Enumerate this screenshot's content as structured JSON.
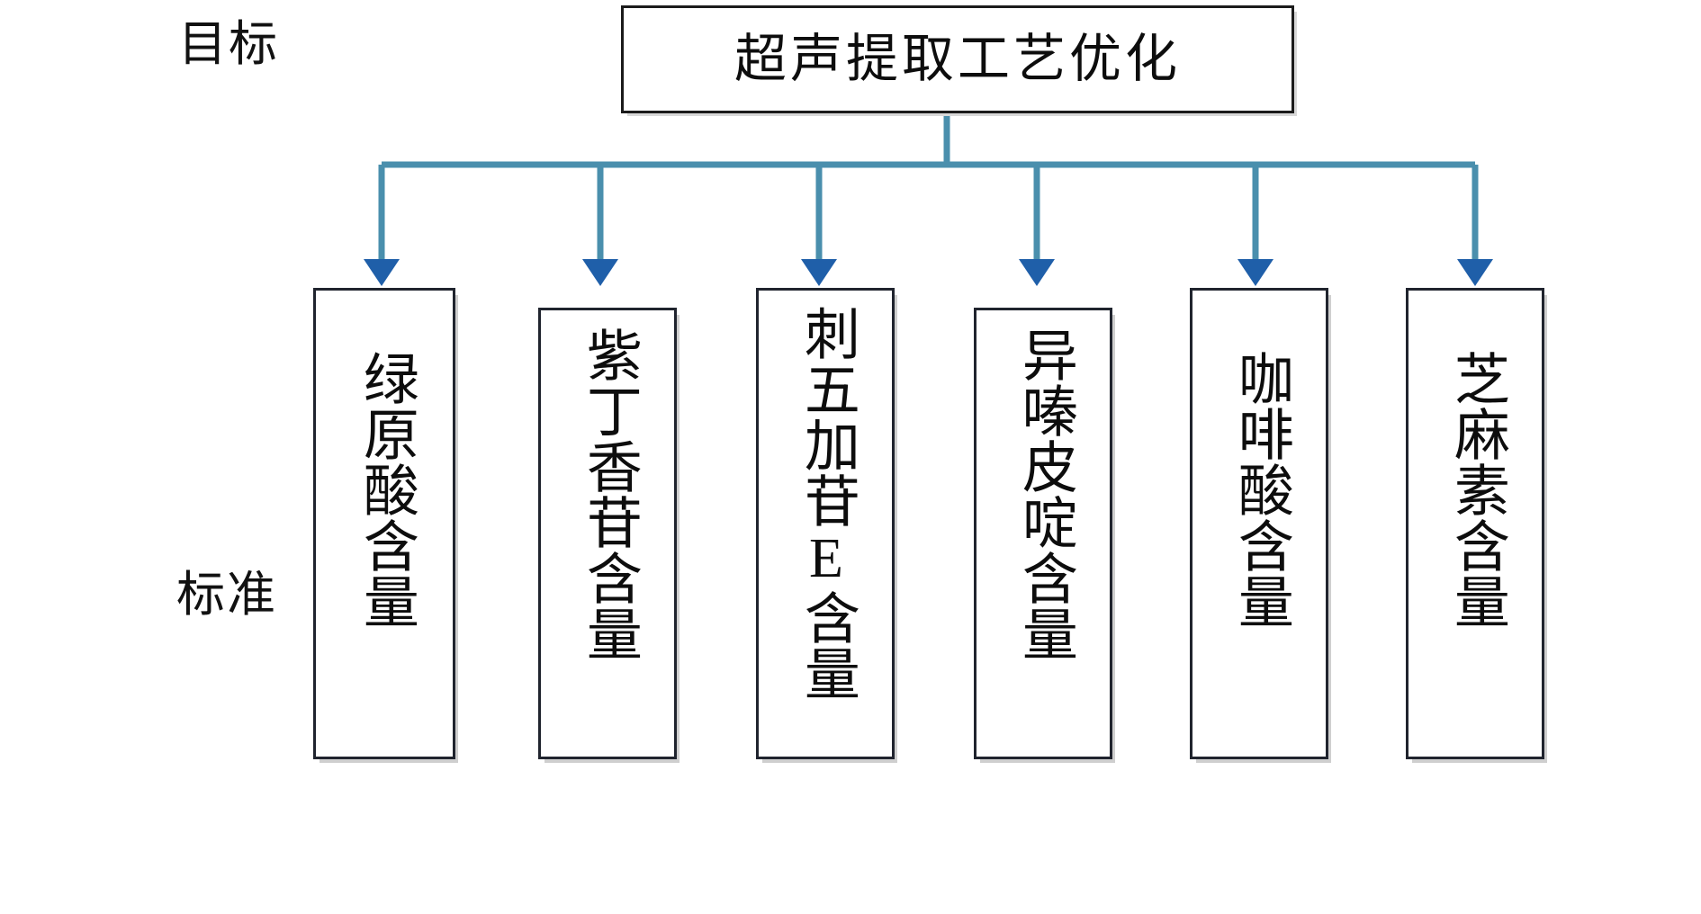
{
  "diagram": {
    "type": "hierarchy-tree",
    "title_box": {
      "text": "超声提取工艺优化"
    },
    "row_labels": {
      "goal": "目标",
      "criteria": "标准"
    },
    "colors": {
      "connector_line": "#4a8fad",
      "arrow_head": "#1f5fa9",
      "box_border": "#20242e",
      "goal_border": "#1b1b1b",
      "box_shadow": "#cfcfcf",
      "text": "#0d0d0d",
      "background": "#ffffff"
    },
    "criteria": [
      {
        "text": "绿原酸含量"
      },
      {
        "text": "紫丁香苷含量"
      },
      {
        "text": "刺五加苷E含量"
      },
      {
        "text": "异嗪皮啶含量"
      },
      {
        "text": "咖啡酸含量"
      },
      {
        "text": "芝麻素含量"
      }
    ]
  }
}
